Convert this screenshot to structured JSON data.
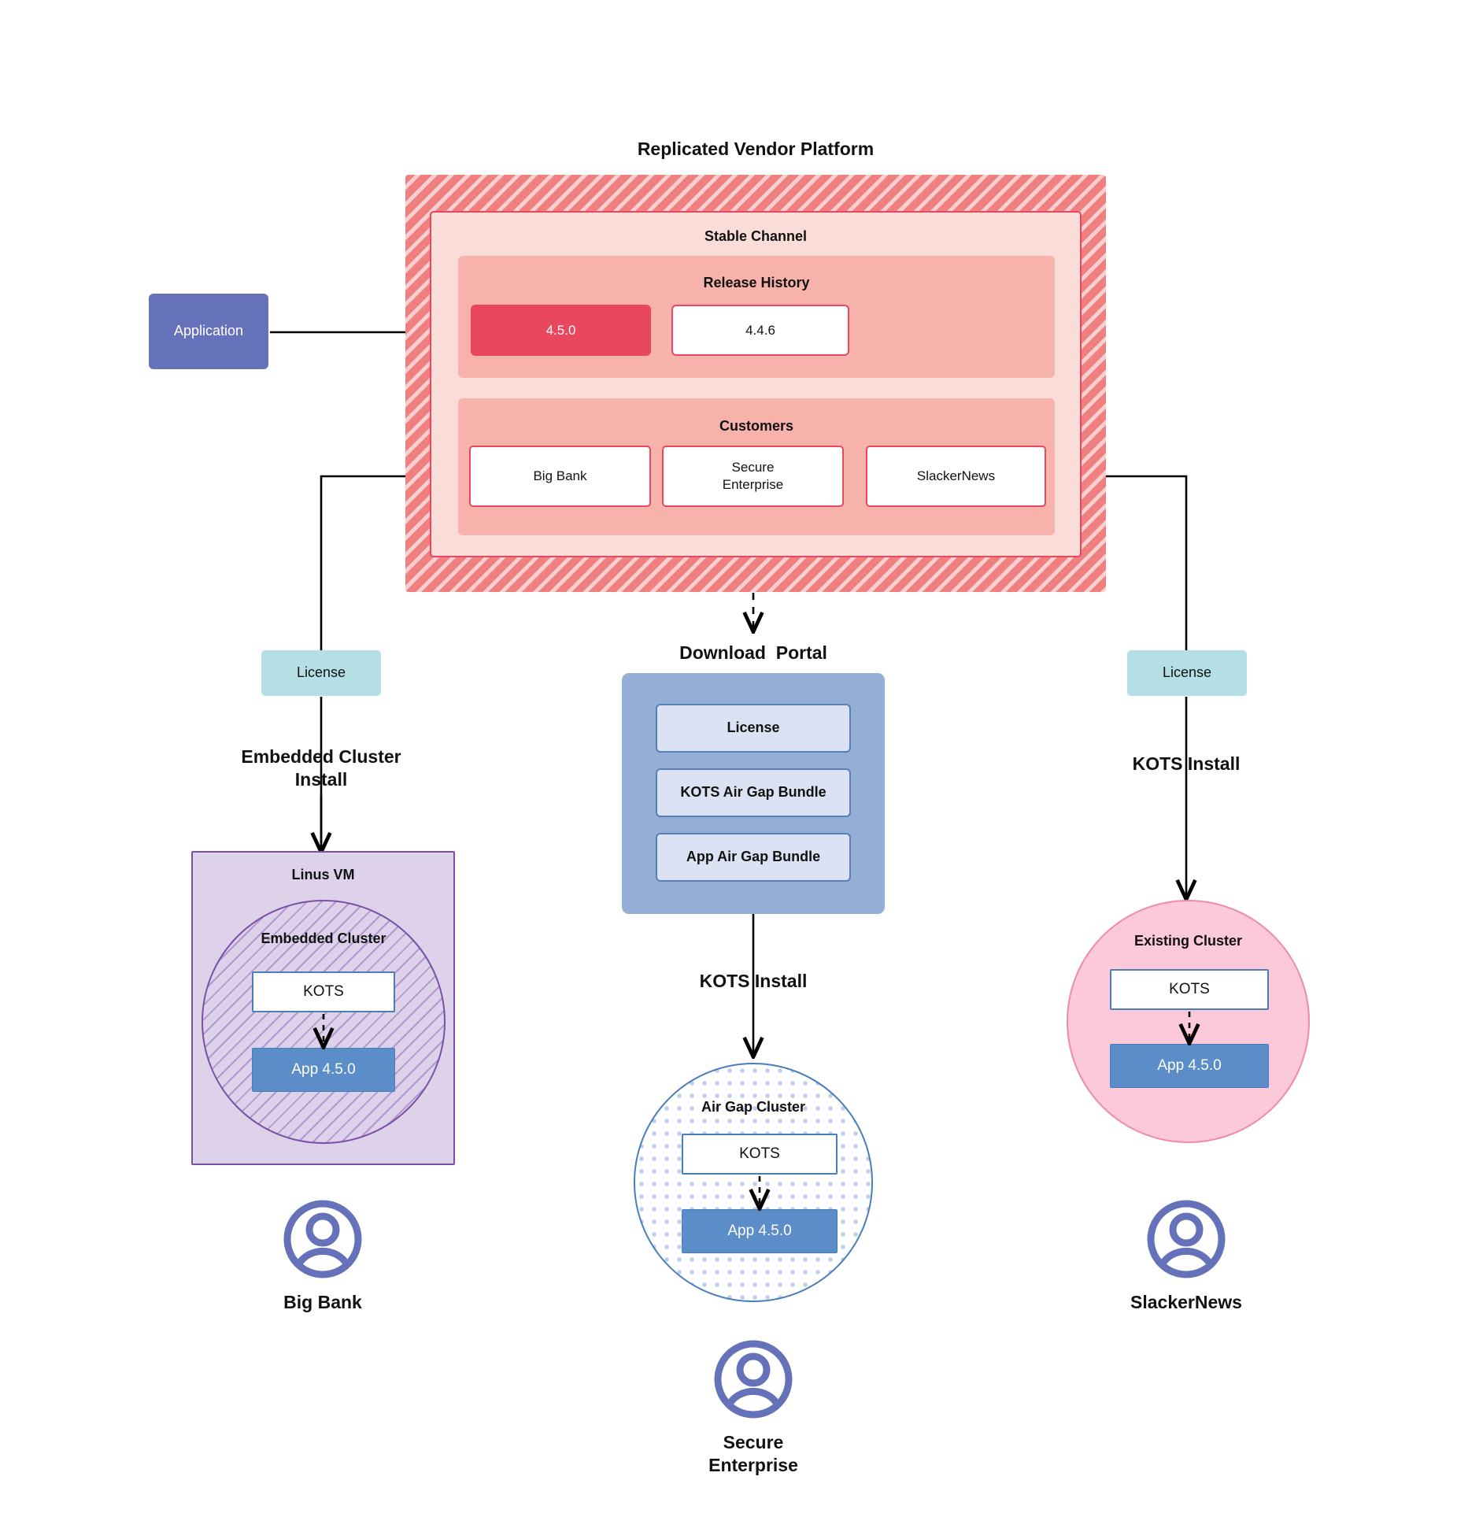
{
  "diagram": {
    "title": "Replicated Vendor Platform",
    "type": "architecture-flow"
  },
  "application": {
    "label": "Application"
  },
  "vendor_platform": {
    "title": "Replicated Vendor Platform",
    "channel": {
      "title": "Stable Channel",
      "release_history": {
        "title": "Release History",
        "releases": [
          {
            "version": "4.5.0",
            "state": "current"
          },
          {
            "version": "4.4.6",
            "state": "past"
          }
        ]
      },
      "customers": {
        "title": "Customers",
        "items": [
          {
            "name": "Big Bank"
          },
          {
            "name": "Secure\nEnterprise"
          },
          {
            "name": "SlackerNews"
          }
        ]
      }
    }
  },
  "left_branch": {
    "license_label": "License",
    "install_label": "Embedded Cluster\nInstall",
    "host": {
      "title": "Linus VM",
      "cluster": {
        "title": "Embedded Cluster",
        "kots_label": "KOTS",
        "app_label": "App 4.5.0"
      }
    },
    "persona": "Big Bank"
  },
  "middle_branch": {
    "portal_title": "Download  Portal",
    "portal_items": [
      {
        "label": "License"
      },
      {
        "label": "KOTS Air Gap Bundle"
      },
      {
        "label": "App Air Gap Bundle"
      }
    ],
    "install_label": "KOTS Install",
    "cluster": {
      "title": "Air Gap Cluster",
      "kots_label": "KOTS",
      "app_label": "App 4.5.0"
    },
    "persona": "Secure\nEnterprise"
  },
  "right_branch": {
    "license_label": "License",
    "install_label": "KOTS Install",
    "cluster": {
      "title": "Existing Cluster",
      "kots_label": "KOTS",
      "app_label": "App 4.5.0"
    },
    "persona": "SlackerNews"
  },
  "colors": {
    "platform_hatch": "#f08080",
    "channel_bg": "#fadcd9",
    "band_bg": "#f7b3ab",
    "accent_red": "#e8475d",
    "application_blue": "#6571b8",
    "license_cyan": "#b3dfe5",
    "portal_blue": "#94aed6",
    "portal_item_blue": "#dbe2f4",
    "vm_purple": "#ddd2ea",
    "vm_border": "#7b4fa8",
    "airgap_border": "#4a7ebb",
    "existing_pink": "#fbc9d8",
    "existing_border": "#ef8aa8",
    "app_blue": "#5b8dc8",
    "persona_purple": "#6571b8"
  }
}
